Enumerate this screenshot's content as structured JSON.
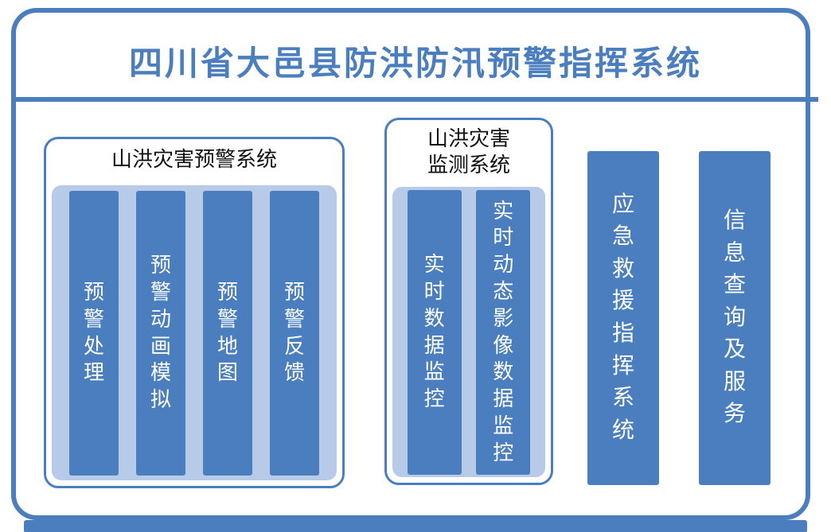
{
  "title": "四川省大邑县防洪防汛预警指挥系统",
  "warning_group": {
    "label": "山洪灾害预警系统",
    "bars": [
      "预警处理",
      "预警动画模拟",
      "预警地图",
      "预警反馈"
    ]
  },
  "monitoring_group": {
    "label": "山洪灾害监测系统",
    "bars": [
      "实时数据监控",
      "实时动态影像数据监控"
    ]
  },
  "standalone_bars": {
    "emergency": "应急救援指挥系统",
    "info": "信息查询及服务"
  },
  "colors": {
    "primary_blue": "#4a7ebf",
    "light_blue": "#b7cbe9",
    "title_text": "#4a7ebf",
    "header_text": "#111111",
    "bar_text": "#ffffff"
  }
}
